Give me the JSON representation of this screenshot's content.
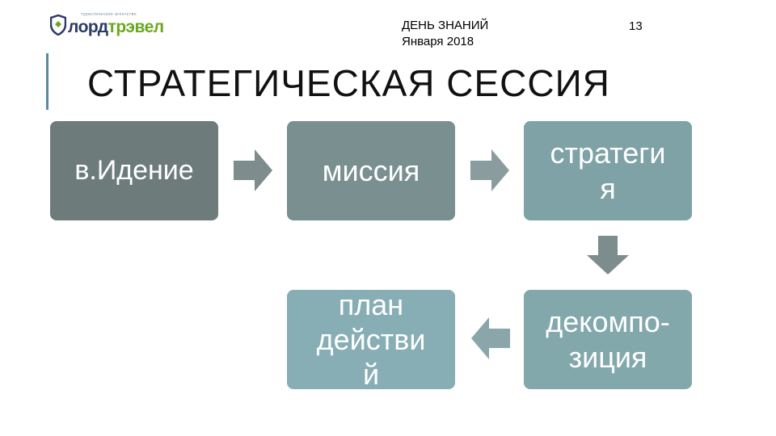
{
  "logo": {
    "tagline": "туристическое агентство",
    "word_part1": "лорд",
    "word_part2": "трэвел"
  },
  "header": {
    "line1": "ДЕНЬ ЗНАНИЙ",
    "line2": "Января 2018",
    "page_number": "13"
  },
  "title": "СТРАТЕГИЧЕСКАЯ СЕССИЯ",
  "flow": {
    "vision": "в.Идение",
    "mission": "миссия",
    "strategy_line1": "стратеги",
    "strategy_line2": "я",
    "decomposition_line1": "декомпо-",
    "decomposition_line2": "зиция",
    "plan_line1": "план",
    "plan_line2": "действи",
    "plan_line3": "й"
  },
  "colors": {
    "accent": "#5b8a9e",
    "arrow": "#7d8c8c",
    "box_vision": "#6d7b7a",
    "box_mission": "#7a8f90",
    "box_strategy": "#7ea2a5",
    "box_decomposition": "#83a8ac",
    "box_plan": "#87adb5"
  }
}
